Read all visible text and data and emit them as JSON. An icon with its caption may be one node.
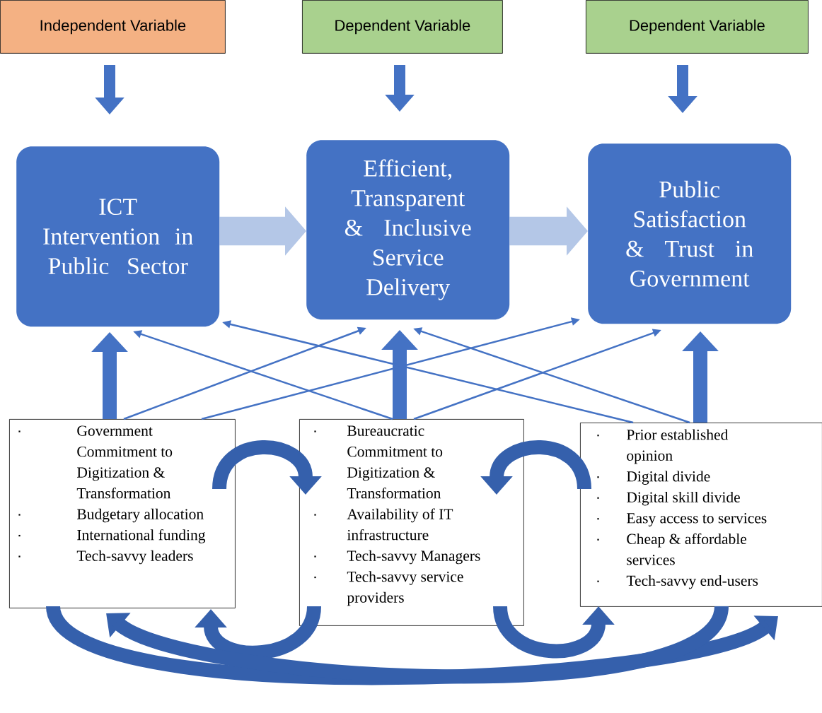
{
  "diagram": {
    "nodes": [
      {
        "text": [
          "Independent Variable"
        ]
      },
      {
        "text": [
          "Dependent Variable"
        ]
      },
      {
        "text": [
          "Dependent Variable"
        ]
      },
      {
        "text": [
          "ICT Intervention in Public Sector"
        ]
      },
      {
        "text": [
          "Efficient, Transparent & Inclusive Service Delivery"
        ]
      },
      {
        "text": [
          "Public Satisfaction & Trust in Government"
        ]
      },
      {
        "text": [
          "Government Commitment to Digitization & Transformation",
          "Budgetary allocation",
          "International funding",
          "Tech-savvy leaders"
        ]
      },
      {
        "text": [
          "Bureaucratic Commitment to Digitization & Transformation",
          "Availability of IT infrastructure",
          "Tech-savvy Managers",
          "Tech-savvy service providers"
        ]
      },
      {
        "text": [
          "Prior established opinion",
          "Digital divide",
          "Digital skill divide",
          "Easy access to services",
          "Cheap & affordable services",
          "Tech-savvy end-users"
        ]
      }
    ],
    "edges": [
      {
        "from": 0,
        "to": 3,
        "arrow": "to"
      },
      {
        "from": 1,
        "to": 4,
        "arrow": "to"
      },
      {
        "from": 2,
        "to": 5,
        "arrow": "to"
      },
      {
        "from": 3,
        "to": 4,
        "arrow": "to",
        "style": "thick",
        "color": "#b4c7e7"
      },
      {
        "from": 4,
        "to": 5,
        "arrow": "to",
        "style": "thick",
        "color": "#b4c7e7"
      },
      {
        "from": 6,
        "to": 3,
        "arrow": "to"
      },
      {
        "from": 7,
        "to": 4,
        "arrow": "to"
      },
      {
        "from": 8,
        "to": 5,
        "arrow": "to"
      },
      {
        "from": 6,
        "to": 4,
        "arrow": "to"
      },
      {
        "from": 6,
        "to": 5,
        "arrow": "to"
      },
      {
        "from": 7,
        "to": 3,
        "arrow": "to"
      },
      {
        "from": 7,
        "to": 5,
        "arrow": "to"
      },
      {
        "from": 8,
        "to": 3,
        "arrow": "to"
      },
      {
        "from": 8,
        "to": 4,
        "arrow": "to"
      },
      {
        "from": 6,
        "to": 7,
        "arrow": "to",
        "color": "#3560ac"
      },
      {
        "from": 8,
        "to": 7,
        "arrow": "to",
        "color": "#3560ac"
      },
      {
        "from": 7,
        "to": 6,
        "arrow": "to",
        "color": "#3560ac"
      },
      {
        "from": 7,
        "to": 8,
        "arrow": "to",
        "color": "#3560ac"
      },
      {
        "from": 6,
        "to": 8,
        "arrow": "to",
        "color": "#3560ac"
      },
      {
        "from": 8,
        "to": 6,
        "arrow": "to",
        "color": "#3560ac"
      }
    ]
  }
}
